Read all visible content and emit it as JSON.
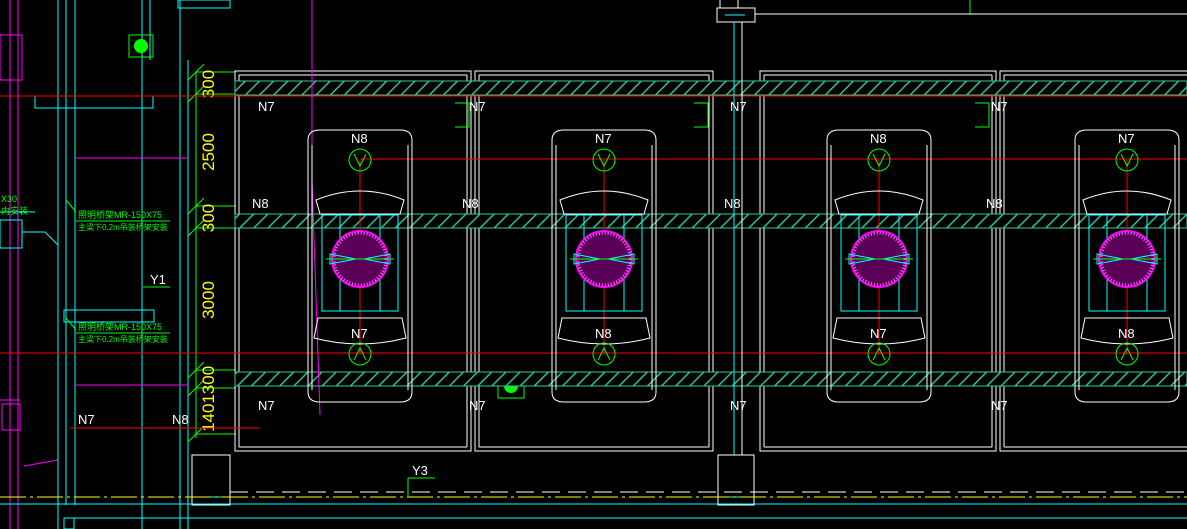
{
  "colors": {
    "background": "#000000",
    "white": "#ffffff",
    "cyan": "#00ffff",
    "green": "#00ff00",
    "red": "#ff0000",
    "yellow": "#ffff00",
    "magenta": "#ff00ff",
    "hatch": "#33cc99",
    "tray": "#00e0a0",
    "blue": "#4f7bff"
  },
  "dimensions": [
    "300",
    "2500",
    "300",
    "3000",
    "300",
    "1401"
  ],
  "labels": {
    "y1": "Y1",
    "y3": "Y3",
    "n7": "N7",
    "n8": "N8"
  },
  "notes": {
    "note1_line1": "照明桥架MR-150X75",
    "note1_line2": "主梁下0.2m吊装桥架安装",
    "note2_line1": "照明桥架MR-150X75",
    "note2_line2": "主梁下0.2m吊装桥架安装",
    "left_fragment_1": "X30",
    "left_fragment_2": "内安装"
  },
  "bays": [
    {
      "top_label": "N7",
      "lamp_upper_label": "N8",
      "lamp_lower_label": "N7",
      "mid_label": "N8",
      "bottom_label": "N7"
    },
    {
      "top_label": "N7",
      "lamp_upper_label": "N7",
      "lamp_lower_label": "N8",
      "mid_label": "N8",
      "bottom_label": "N7"
    },
    {
      "top_label": "N7",
      "lamp_upper_label": "N8",
      "lamp_lower_label": "N7",
      "mid_label": "N8",
      "bottom_label": "N7"
    },
    {
      "top_label": "N7",
      "lamp_upper_label": "N7",
      "lamp_lower_label": "N8",
      "mid_label": "N8",
      "bottom_label": "N7"
    }
  ]
}
